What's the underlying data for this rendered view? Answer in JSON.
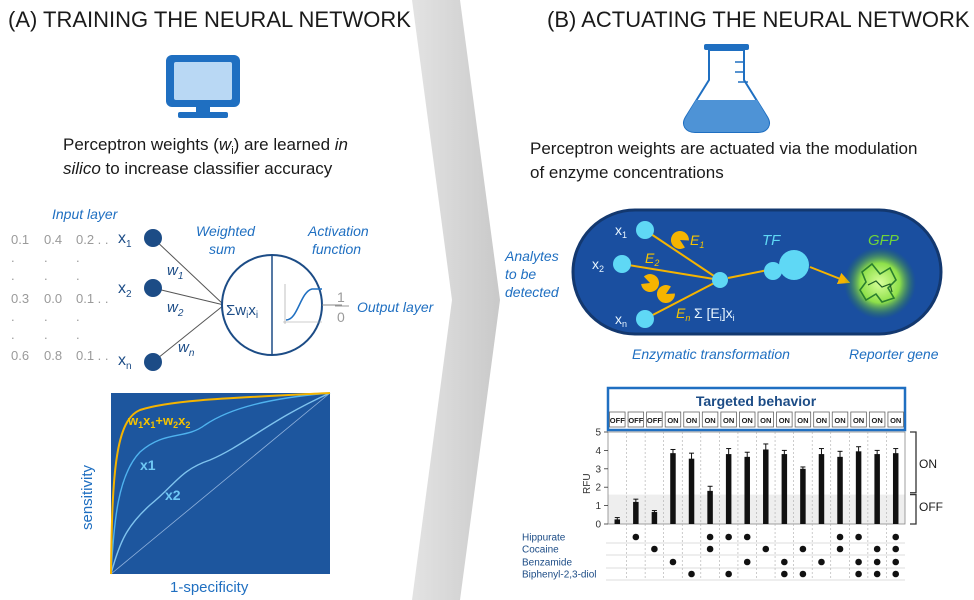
{
  "panel_a": {
    "title": "(A) TRAINING THE NEURAL NETWORK",
    "caption": {
      "line1_pre": "Perceptron weights (",
      "line1_w": "w",
      "line1_wsub": "i",
      "line1_post": ") are learned ",
      "line1_it": "in",
      "line2_it": "silico",
      "line2_post": " to increase classifier accuracy"
    },
    "input_layer": "Input layer",
    "weighted_sum": [
      "Weighted",
      "sum"
    ],
    "activation_function": [
      "Activation",
      "function"
    ],
    "output_layer": "Output layer",
    "sum_symbol": "Σw",
    "sum_sub_i": "i",
    "sum_x": "x",
    "sum_sub_i2": "i",
    "output_one": "1",
    "output_zero": "0",
    "inputs": [
      {
        "x": "x",
        "sub": "1",
        "w": "w",
        "wsub": "1"
      },
      {
        "x": "x",
        "sub": "2",
        "w": "w",
        "wsub": "2"
      },
      {
        "x": "x",
        "sub": "n",
        "w": "w",
        "wsub": "n"
      }
    ],
    "matrix_rows": [
      [
        "0.1",
        "0.4",
        "0.2 . ."
      ],
      [
        ".",
        ".",
        "."
      ],
      [
        ".",
        ".",
        "."
      ],
      [
        "0.3",
        "0.0",
        "0.1 . ."
      ],
      [
        ".",
        ".",
        "."
      ],
      [
        ".",
        ".",
        "."
      ],
      [
        "0.6",
        "0.8",
        "0.1 . ."
      ]
    ],
    "roc": {
      "combined_label": "w1x1+w2x2",
      "x1_label": "x1",
      "x2_label": "x2",
      "xlabel": "1-specificity",
      "ylabel": "sensitivity"
    }
  },
  "panel_b": {
    "title": "(B) ACTUATING THE NEURAL NETWORK",
    "caption": {
      "line1": "Perceptron weights are actuated via the modulation",
      "line2": "of enzyme concentrations"
    },
    "analytes_label": [
      "Analytes",
      "to be",
      "detected"
    ],
    "enzymatic_label": "Enzymatic transformation",
    "reporter_label": "Reporter gene",
    "tf_label": "TF",
    "gfp_label": "GFP",
    "sum_label": "Σ [E",
    "sum_sub": "i",
    "sum_post": "]x",
    "sum_sub2": "i",
    "cell_inputs": [
      {
        "x": "x",
        "sub": "1",
        "e": "E",
        "esub": "1"
      },
      {
        "x": "x",
        "sub": "2",
        "e": "E",
        "esub": "2"
      },
      {
        "x": "x",
        "sub": "n",
        "e": "E",
        "esub": "n"
      }
    ]
  },
  "chart_data": {
    "type": "bar",
    "title": "Targeted behavior",
    "ylabel": "RFU",
    "ylim": [
      0,
      5
    ],
    "yticks": [
      "0",
      "1",
      "2",
      "3",
      "4",
      "5"
    ],
    "targeted": [
      "OFF",
      "OFF",
      "OFF",
      "ON",
      "ON",
      "ON",
      "ON",
      "ON",
      "ON",
      "ON",
      "ON",
      "ON",
      "ON",
      "ON",
      "ON",
      "ON"
    ],
    "values": [
      0.25,
      1.2,
      0.65,
      3.85,
      3.55,
      1.8,
      3.8,
      3.65,
      4.05,
      3.8,
      3.0,
      3.8,
      3.65,
      3.95,
      3.8,
      3.85
    ],
    "errors": [
      0.1,
      0.15,
      0.08,
      0.2,
      0.3,
      0.25,
      0.3,
      0.25,
      0.3,
      0.2,
      0.1,
      0.3,
      0.3,
      0.25,
      0.2,
      0.25
    ],
    "bracket_on": "ON",
    "bracket_off": "OFF",
    "analytes": [
      "Hippurate",
      "Cocaine",
      "Benzamide",
      "Biphenyl-2,3-diol"
    ],
    "matrix": [
      [
        0,
        1,
        0,
        0,
        0,
        1,
        1,
        1,
        0,
        0,
        0,
        0,
        1,
        1,
        0,
        1
      ],
      [
        0,
        0,
        1,
        0,
        0,
        1,
        0,
        0,
        1,
        0,
        1,
        0,
        1,
        0,
        1,
        1
      ],
      [
        0,
        0,
        0,
        1,
        0,
        0,
        0,
        1,
        0,
        1,
        0,
        1,
        0,
        1,
        1,
        1
      ],
      [
        0,
        0,
        0,
        0,
        1,
        0,
        1,
        0,
        0,
        1,
        1,
        0,
        0,
        1,
        1,
        1
      ]
    ]
  },
  "colors": {
    "blue": "#1f6fc1",
    "dark_navy": "#1c4c86",
    "cell_fill": "#1a4fa0",
    "cyan": "#5fd8f5",
    "yellow": "#f5b400",
    "roc_bg": "#1d569e",
    "gfp_green": "#6fd43a"
  }
}
